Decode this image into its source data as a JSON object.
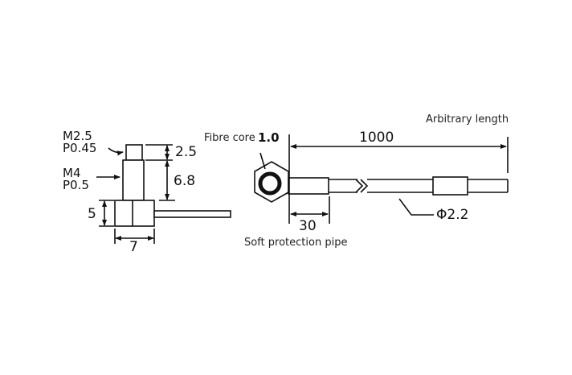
{
  "diagram": {
    "type": "mechanical dimension drawing",
    "subject": "fibre optic sensor probe"
  },
  "side_view": {
    "thread_top": {
      "line1": "M2.5",
      "line2": "P0.45"
    },
    "thread_mid": {
      "line1": "M4",
      "line2": "P0.5"
    },
    "dims": {
      "tip_height": "2.5",
      "thread_height": "6.8",
      "base_height": "5",
      "base_width": "7"
    }
  },
  "top_view": {
    "fibre_core_label": "Fibre core",
    "fibre_core_value": "1.0",
    "total_length": "1000",
    "arbitrary_length_label": "Arbitrary length",
    "pipe_length": "30",
    "pipe_label": "Soft protection pipe",
    "cable_diameter": "Φ2.2"
  },
  "colors": {
    "line": "#111111",
    "background": "#ffffff"
  }
}
